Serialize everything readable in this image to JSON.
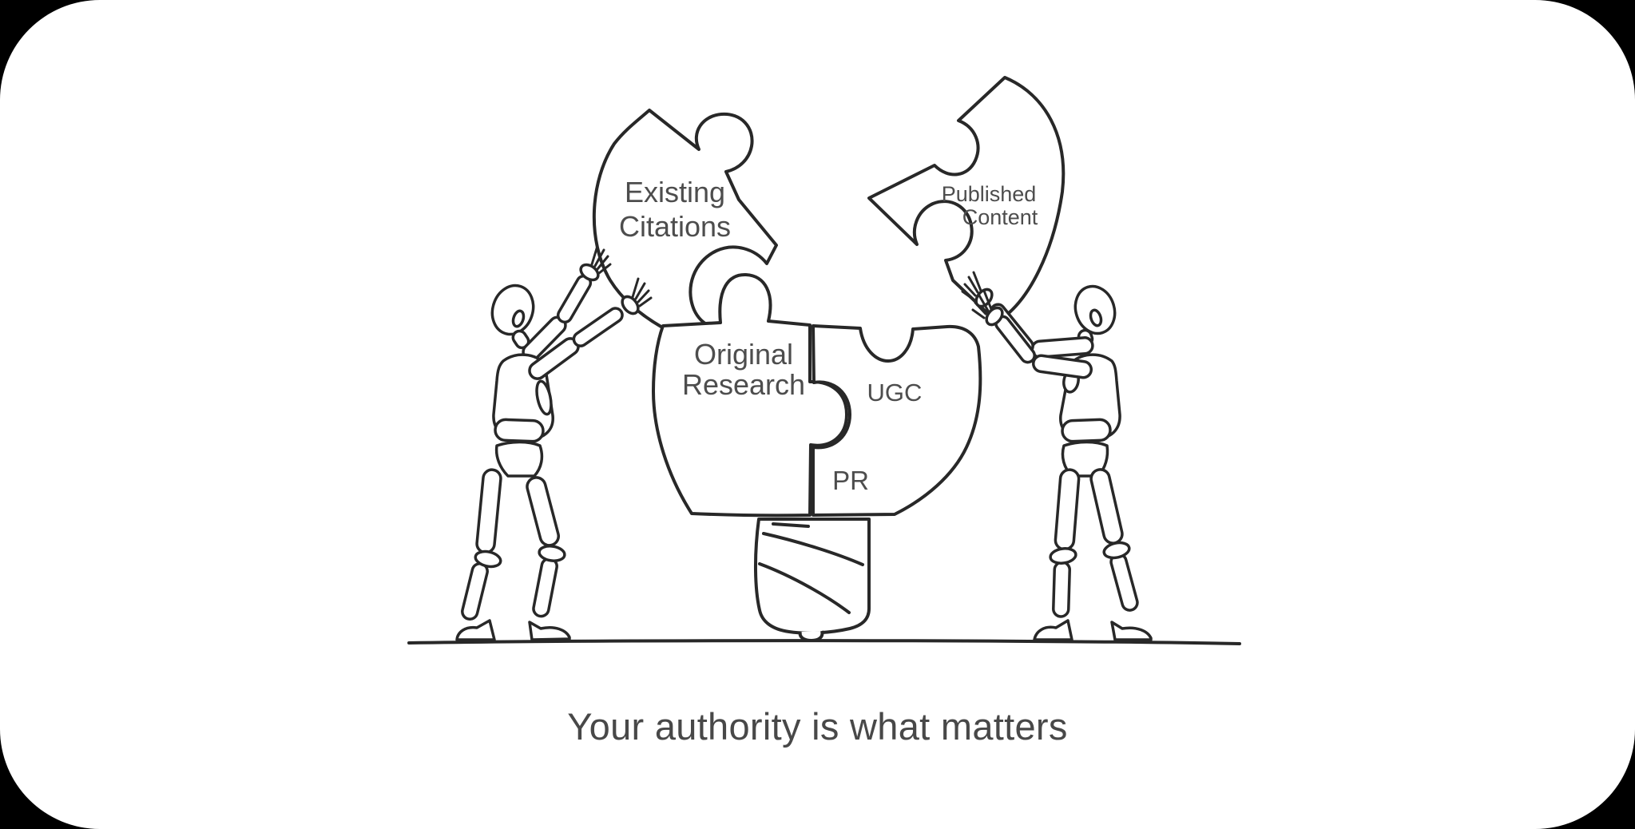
{
  "scene": {
    "background_color": "#000000",
    "canvas_color": "#ffffff",
    "line_color": "#282828",
    "label_color": "#4d4d4d"
  },
  "puzzle_labels": {
    "existing_citations": {
      "line1": "Existing",
      "line2": "Citations"
    },
    "published_content": {
      "line1": "Published",
      "line2": "Content"
    },
    "original_research": {
      "line1": "Original",
      "line2": "Research"
    },
    "ugc": "UGC",
    "pr": "PR"
  },
  "caption": {
    "text": "Your authority is what matters",
    "color": "#484848"
  }
}
